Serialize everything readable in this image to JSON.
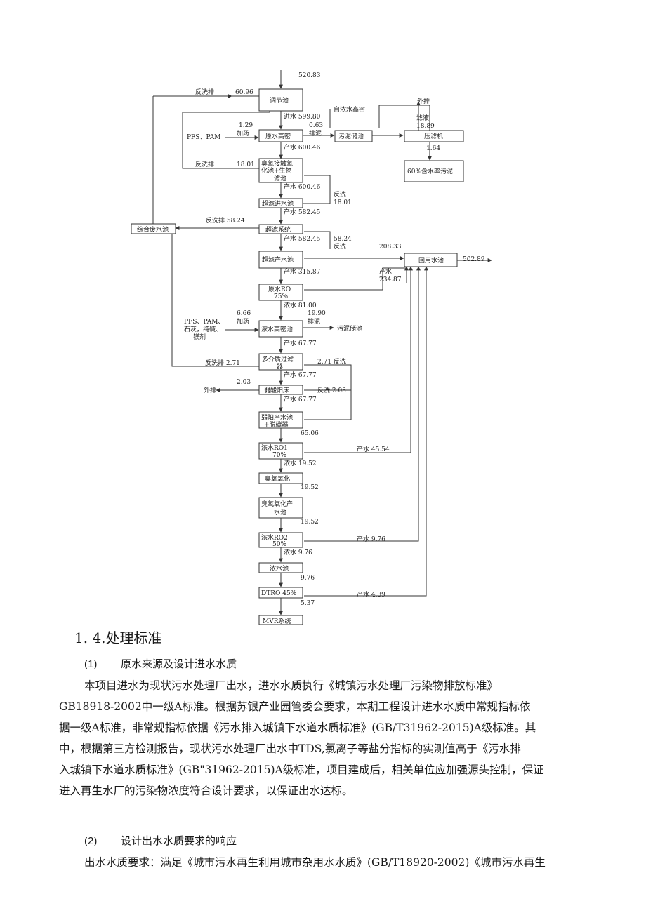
{
  "diagram": {
    "boxes": {
      "tiaojie": "调节池",
      "yuanshui_gaomi": "原水高密",
      "chouyang_l1": "臭氧接触氧",
      "chouyang_l2": "化池+生物",
      "chouyang_l3": "滤池",
      "chaolv_jinshui": "超滤进水池",
      "zonghe_fei": "综合废水池",
      "chaolv_xitong": "超滤系统",
      "chaolv_chanshui": "超滤产水池",
      "huiyong": "回用水池",
      "wuni_1": "污泥储池",
      "yalvji": "压滤机",
      "wuni_out": "60%含水率污泥",
      "yuanshui_ro_l1": "原水RO",
      "yuanshui_ro_l2": "75%",
      "nongshui_gaomi": "浓水高密池",
      "wuni_2": "污泥储池",
      "duojie_l1": "多介质过滤",
      "duojie_l2": "器",
      "ruosuan": "弱酸阳床",
      "ruoyang_l1": "弱阳产水池",
      "ruoyang_l2": "+脱碳器",
      "ro1_l1": "浓水RO1",
      "ro1_l2": "70%",
      "chouyang_yh": "臭氧氧化",
      "chouyang_cs_l1": "臭氧氧化产",
      "chouyang_cs_l2": "水池",
      "ro2_l1": "浓水RO2",
      "ro2_l2": "50%",
      "nongshui_chi": "浓水池",
      "dtro": "DTRO 45%",
      "mvr": "MVR系统"
    },
    "labels": {
      "in_flow": "520.83",
      "fanxi_1": "反洗排",
      "v_6096": "60.96",
      "jinshui_1": "进水 599.80",
      "v_129": "1.29",
      "jiayao_1": "加药",
      "pfs_1": "PFS、PAM",
      "v_063": "0.63",
      "paini_1": "排泥",
      "zi_nongshui": "自浓水高密",
      "waipai_1": "外排",
      "lvye": "滤液",
      "v_1889": "18.89",
      "v_164": "1.64",
      "chanshui_60046a": "产水 600.46",
      "fanxi_2": "反洗排",
      "v_1801a": "18.01",
      "chanshui_60046b": "产水 600.46",
      "fanxi_3": "反洗",
      "v_1801b": "18.01",
      "chanshui_58245a": "产水 582.45",
      "fanxi_4": "反洗排 58.24",
      "chanshui_58245b": "产水 582.45",
      "v_5824": "58.24",
      "fanxi_5": "反洗",
      "v_20833": "208.33",
      "v_50289": "502.89",
      "chanshui_31587": "产水 315.87",
      "chanshui_234": "产水",
      "v_23487": "234.87",
      "nongshui_8100": "浓水 81.00",
      "v_666": "6.66",
      "jiayao_2": "加药",
      "pfs_2a": "PFS、PAM、",
      "pfs_2b": "石灰，纯碱、",
      "pfs_2c": "镁剂",
      "v_1990": "19.90",
      "paini_2": "排泥",
      "chanshui_6777a": "产水 67.77",
      "fanxi_271a": "反洗排 2.71",
      "fanxi_271b": "2.71 反洗",
      "chanshui_6777b": "产水 67.77",
      "v_203": "2.03",
      "waipai_2": "外排",
      "fanxi_203": "反洗 2.03",
      "chanshui_6777c": "产水 67.77",
      "v_6506": "65.06",
      "chanshui_4554": "产水 45.54",
      "nongshui_1952": "浓水 19.52",
      "v_1952a": "19.52",
      "v_1952b": "19.52",
      "chanshui_976": "产水 9.76",
      "nongshui_976": "浓水 9.76",
      "v_976": "9.76",
      "v_537": "5.37",
      "chanshui_439": "产水 4.39"
    }
  },
  "section": {
    "heading": "1. 4.处理标准",
    "sub1_num": "(1)",
    "sub1_title": "原水来源及设计进水水质",
    "para1_l1": "本项目进水为现状污水处理厂出水，进水水质执行《城镇污水处理厂污染物排放标准》",
    "para1_l2": "GB18918-2002中一级A标准。根据苏银产业园管委会要求，本期工程设计进水水质中常规指标依",
    "para1_l3": "据一级A标准，非常规指标依据《污水排入城镇下水道水质标准》(GB/T31962-2015)A级标准。其",
    "para1_l4": "中，根据第三方检测报告，现状污水处理厂出水中TDS,氯离子等盐分指标的实测值高于《污水排",
    "para1_l5": "入城镇下水道水质标准》(GB\"31962-2015)A级标准，项目建成后，相关单位应加强源头控制，保证",
    "para1_l6": "进入再生水厂的污染物浓度符合设计要求，以保证出水达标。",
    "sub2_num": "(2)",
    "sub2_title": "设计出水水质要求的响应",
    "para2_l1": "出水水质要求：满足《城市污水再生利用城市杂用水水质》(GB/T18920-2002)《城市污水再生"
  }
}
